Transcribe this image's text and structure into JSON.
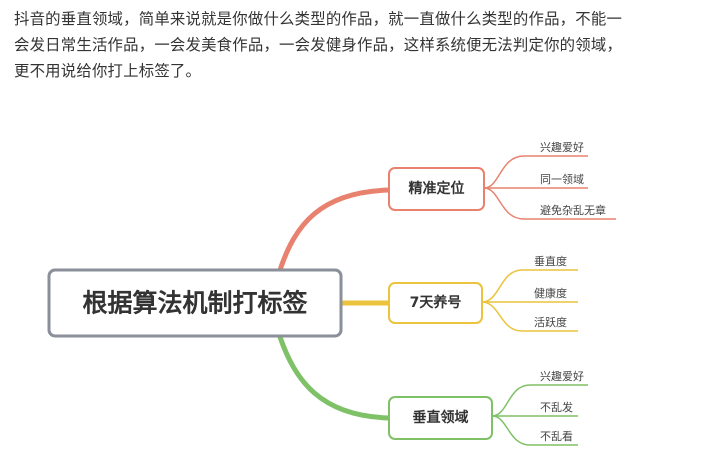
{
  "intro": {
    "line1": "抖音的垂直领域，简单来说就是你做什么类型的作品，就一直做什么类型的作品，不能一",
    "line2": "会发日常生活作品，一会发美食作品，一会发健身作品，这样系统便无法判定你的领域，",
    "line3": "更不用说给你打上标签了。"
  },
  "mindmap": {
    "root": "根据算法机制打标签",
    "root_border_color": "#8a8f99",
    "branches": [
      {
        "label": "精准定位",
        "color": "#e8826f",
        "leaves": [
          "兴趣爱好",
          "同一领域",
          "避免杂乱无章"
        ]
      },
      {
        "label": "7天养号",
        "color": "#ebc33c",
        "leaves": [
          "垂直度",
          "健康度",
          "活跃度"
        ]
      },
      {
        "label": "垂直领域",
        "color": "#7fc167",
        "leaves": [
          "兴趣爱好",
          "不乱发",
          "不乱看"
        ]
      }
    ]
  }
}
